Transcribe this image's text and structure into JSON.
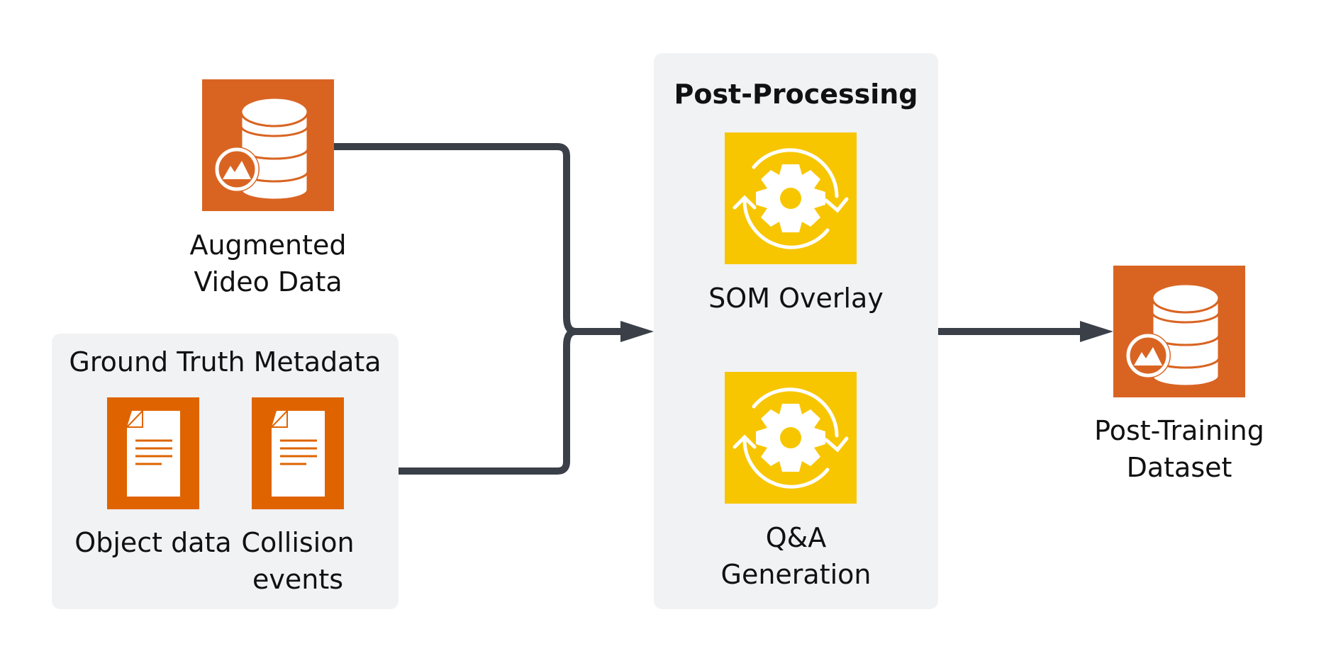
{
  "diagram": {
    "nodes": {
      "augmented_video": {
        "label_line1": "Augmented",
        "label_line2": "Video Data",
        "icon": "database-image-icon"
      },
      "ground_truth": {
        "title": "Ground Truth Metadata",
        "items": [
          {
            "label_line1": "Object data",
            "label_line2": "",
            "icon": "document-icon"
          },
          {
            "label_line1": "Collision",
            "label_line2": "events",
            "icon": "document-icon"
          }
        ]
      },
      "post_processing": {
        "title": "Post-Processing",
        "items": [
          {
            "label_line1": "SOM Overlay",
            "label_line2": "",
            "icon": "gear-cycle-icon"
          },
          {
            "label_line1": "Q&A",
            "label_line2": "Generation",
            "icon": "gear-cycle-icon"
          }
        ]
      },
      "post_training": {
        "label_line1": "Post-Training",
        "label_line2": "Dataset",
        "icon": "database-image-icon"
      }
    },
    "edges": [
      {
        "from": "Augmented Video Data",
        "to": "Post-Processing"
      },
      {
        "from": "Ground Truth Metadata",
        "to": "Post-Processing"
      },
      {
        "from": "Post-Processing",
        "to": "Post-Training Dataset"
      }
    ],
    "colors": {
      "database_orange": "#d96422",
      "document_orange": "#df6400",
      "process_yellow": "#f7c600",
      "panel_gray": "#f1f2f4",
      "connector": "#3a3f48"
    }
  }
}
